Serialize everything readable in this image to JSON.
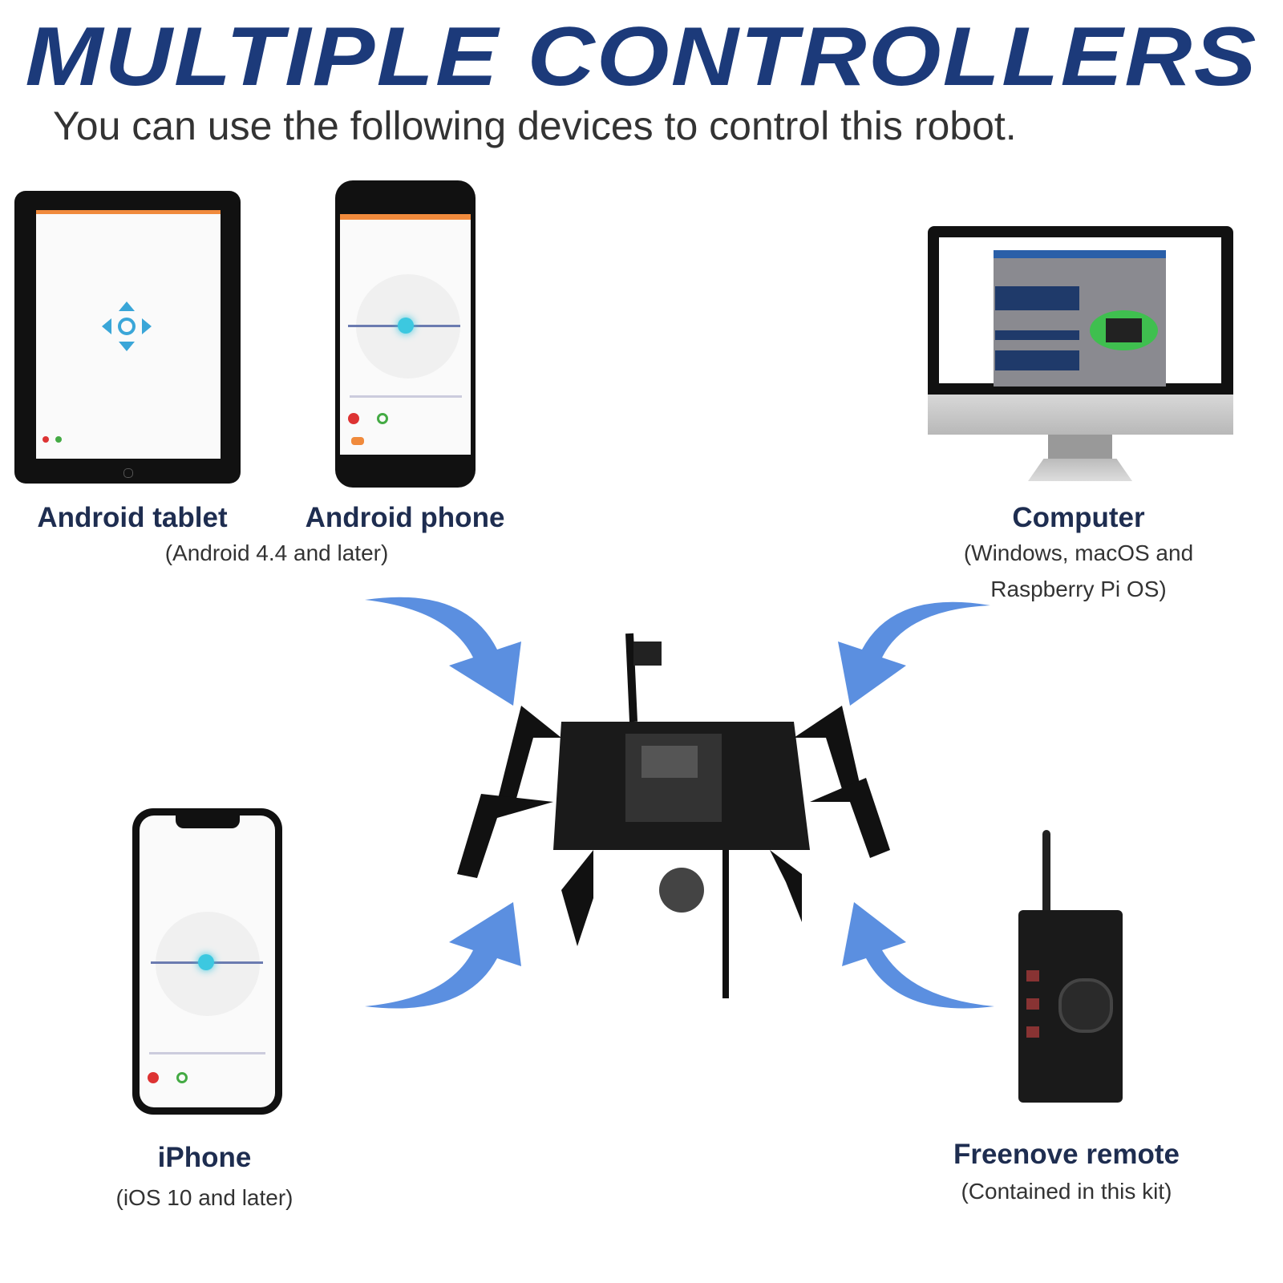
{
  "header": {
    "title": "MULTIPLE CONTROLLERS",
    "subtitle": "You can use the following devices to control this robot."
  },
  "devices": [
    {
      "name": "Android tablet"
    },
    {
      "name": "Android phone",
      "note": "(Android 4.4 and later)"
    },
    {
      "name": "Computer",
      "note_line1": "(Windows, macOS and",
      "note_line2": "Raspberry Pi OS)"
    },
    {
      "name": "iPhone",
      "note": "(iOS 10 and later)"
    },
    {
      "name": "Freenove remote",
      "note": "(Contained in this kit)"
    }
  ],
  "colors": {
    "title": "#1c3a7a",
    "arrow": "#5b8fe0",
    "app_header": "#f08a3c",
    "joystick": "#3cc8e0"
  },
  "icons": [
    "dpad-icon",
    "curved-arrow-icon",
    "robot-hexapod-image",
    "joystick-icon"
  ]
}
